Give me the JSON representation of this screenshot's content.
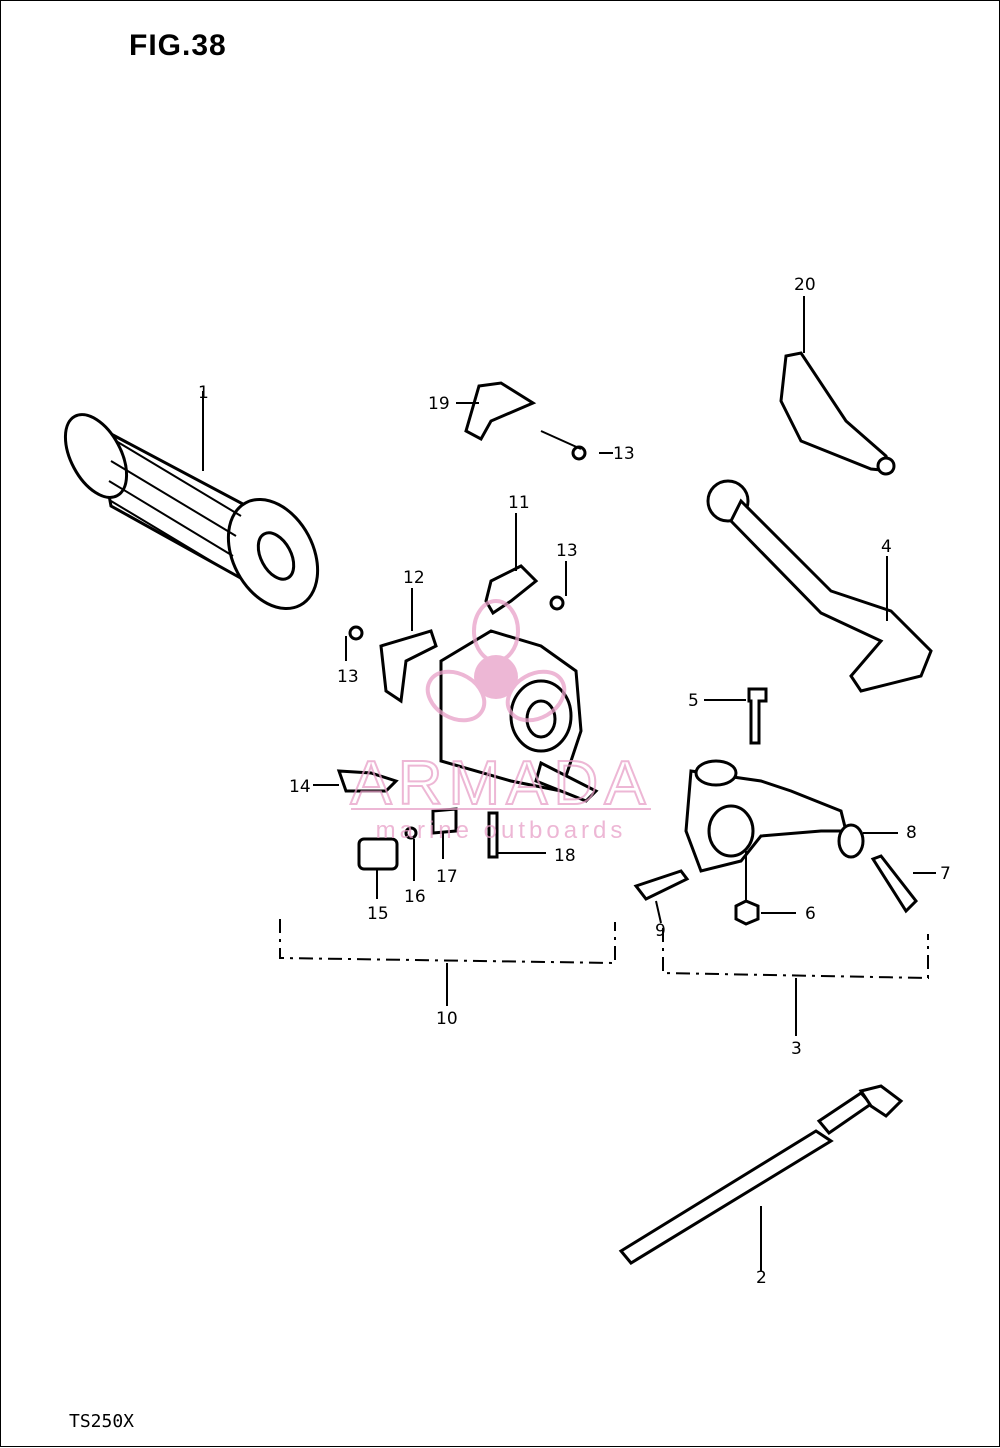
{
  "figure": {
    "title": "FIG.38",
    "model": "TS250X"
  },
  "callouts": {
    "p1": "1",
    "p3": "3",
    "p4": "4",
    "p5": "5",
    "p6": "6",
    "p7": "7",
    "p8": "8",
    "p9": "9",
    "p10": "10",
    "p11": "11",
    "p12": "12",
    "p13a": "13",
    "p13b": "13",
    "p13c": "13",
    "p14": "14",
    "p15": "15",
    "p16": "16",
    "p17": "17",
    "p18": "18",
    "p19": "19",
    "p20": "20",
    "p2": "2"
  },
  "watermark": {
    "brand": "ARMADA",
    "tagline": "marine outboards",
    "color": "#e8a0c8"
  }
}
